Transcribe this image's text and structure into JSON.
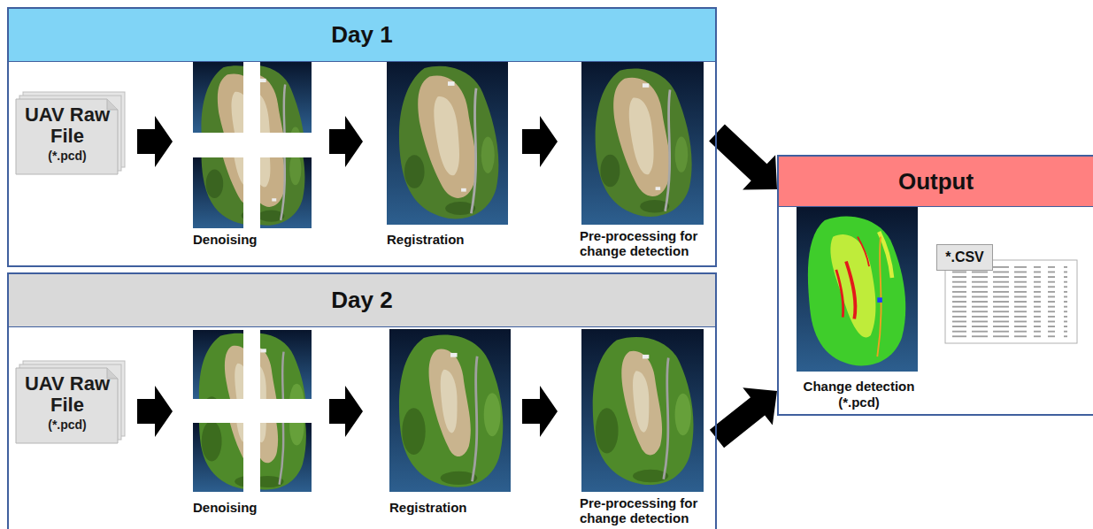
{
  "diagram": {
    "nodes": [
      {
        "text": [
          "Day 1"
        ]
      },
      {
        "text": [
          "UAV Raw File",
          "(*.pcd)"
        ],
        "in": 0
      },
      {
        "text": [
          "Denoising"
        ],
        "in": 0
      },
      {
        "text": [
          "Registration"
        ],
        "in": 0
      },
      {
        "text": [
          "Pre-processing for change detection"
        ],
        "in": 0
      },
      {
        "text": [
          "Day 2"
        ]
      },
      {
        "text": [
          "UAV Raw File",
          "(*.pcd)"
        ],
        "in": 5
      },
      {
        "text": [
          "Denoising"
        ],
        "in": 5
      },
      {
        "text": [
          "Registration"
        ],
        "in": 5
      },
      {
        "text": [
          "Pre-processing for change detection"
        ],
        "in": 5
      },
      {
        "text": [
          "Output"
        ]
      },
      {
        "text": [
          "Change detection (*.pcd)"
        ],
        "in": 10
      },
      {
        "text": [
          "*.CSV"
        ],
        "in": 10
      }
    ],
    "edges": [
      {
        "from": 1,
        "to": 2,
        "arrow": "to"
      },
      {
        "from": 2,
        "to": 3,
        "arrow": "to"
      },
      {
        "from": 3,
        "to": 4,
        "arrow": "to"
      },
      {
        "from": 6,
        "to": 7,
        "arrow": "to"
      },
      {
        "from": 7,
        "to": 8,
        "arrow": "to"
      },
      {
        "from": 8,
        "to": 9,
        "arrow": "to"
      },
      {
        "from": 0,
        "to": 10,
        "arrow": "to"
      },
      {
        "from": 5,
        "to": 10,
        "arrow": "to"
      }
    ]
  }
}
